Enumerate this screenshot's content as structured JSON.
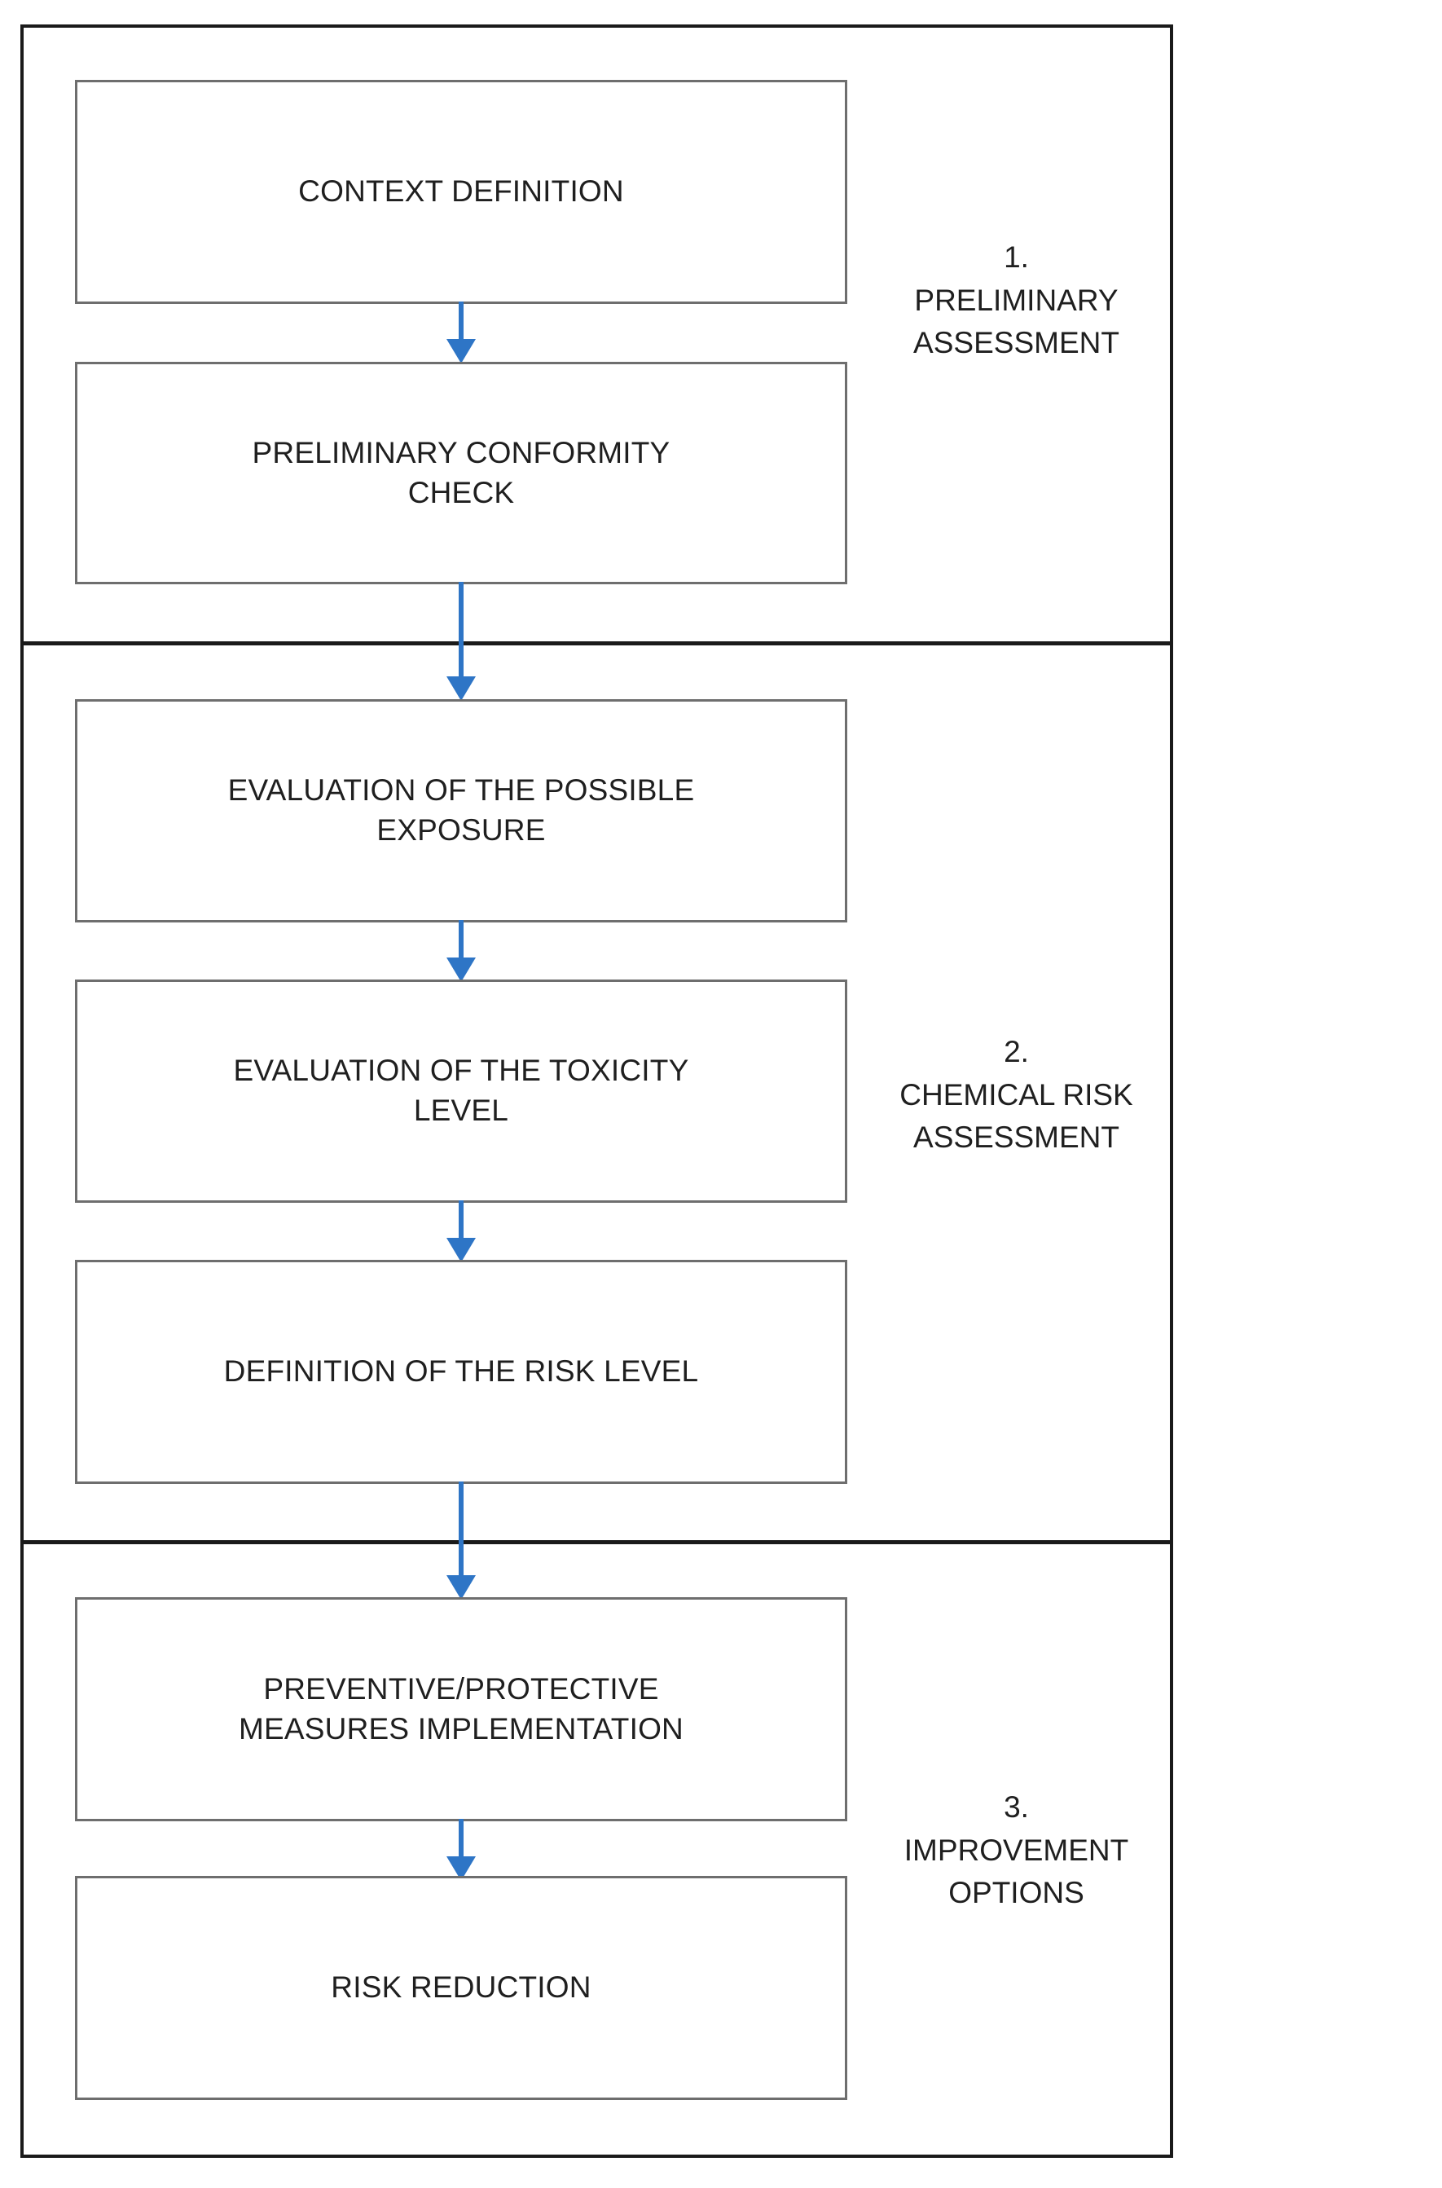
{
  "diagram": {
    "type": "flowchart",
    "orientation": "vertical",
    "accent_color": "#2E75C6",
    "frame_color": "#1a1a1a",
    "box_border_color": "#6e6e6e",
    "text_color": "#1f1f1f",
    "stages": [
      {
        "number": "1.",
        "caption": "1.\nPRELIMINARY\nASSESSMENT",
        "steps": [
          {
            "label": "CONTEXT DEFINITION"
          },
          {
            "label": "PRELIMINARY CONFORMITY\nCHECK"
          }
        ]
      },
      {
        "number": "2.",
        "caption": "2.\nCHEMICAL RISK\nASSESSMENT",
        "steps": [
          {
            "label": "EVALUATION OF THE POSSIBLE\nEXPOSURE"
          },
          {
            "label": "EVALUATION OF THE TOXICITY\nLEVEL"
          },
          {
            "label": "DEFINITION OF THE RISK LEVEL"
          }
        ]
      },
      {
        "number": "3.",
        "caption": "3.\nIMPROVEMENT\nOPTIONS",
        "steps": [
          {
            "label": "PREVENTIVE/PROTECTIVE\nMEASURES IMPLEMENTATION"
          },
          {
            "label": "RISK REDUCTION"
          }
        ]
      }
    ],
    "connectors": [
      {
        "from": "CONTEXT DEFINITION",
        "to": "PRELIMINARY CONFORMITY CHECK"
      },
      {
        "from": "PRELIMINARY CONFORMITY CHECK",
        "to": "EVALUATION OF THE POSSIBLE EXPOSURE"
      },
      {
        "from": "EVALUATION OF THE POSSIBLE EXPOSURE",
        "to": "EVALUATION OF THE TOXICITY LEVEL"
      },
      {
        "from": "EVALUATION OF THE TOXICITY LEVEL",
        "to": "DEFINITION OF THE RISK LEVEL"
      },
      {
        "from": "DEFINITION OF THE RISK LEVEL",
        "to": "PREVENTIVE/PROTECTIVE MEASURES IMPLEMENTATION"
      },
      {
        "from": "PREVENTIVE/PROTECTIVE MEASURES IMPLEMENTATION",
        "to": "RISK REDUCTION"
      }
    ]
  }
}
